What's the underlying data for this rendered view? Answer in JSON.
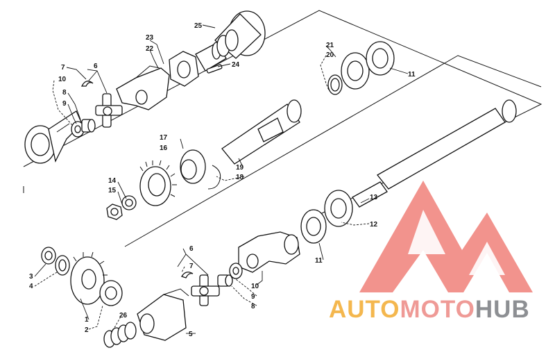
{
  "watermark": {
    "part_auto": "AUTO",
    "part_moto": "MOTO",
    "part_hub": "HUB",
    "colors": {
      "logo": "#f08079",
      "auto": "#f4b74e",
      "moto": "#ef9a96",
      "hub": "#8d8f93"
    }
  },
  "callouts": {
    "c1": "1",
    "c2": "2",
    "c3": "3",
    "c4": "4",
    "c5": "5",
    "c6a": "6",
    "c6b": "6",
    "c7a": "7",
    "c7b": "7",
    "c8a": "8",
    "c8b": "8",
    "c9a": "9",
    "c9b": "9",
    "c10a": "10",
    "c10b": "10",
    "c11a": "11",
    "c11b": "11",
    "c12": "12",
    "c13": "13",
    "c14": "14",
    "c15": "15",
    "c16": "16",
    "c17": "17",
    "c18": "18",
    "c19": "19",
    "c20": "20",
    "c21": "21",
    "c22": "22",
    "c23": "23",
    "c24": "24",
    "c25": "25",
    "c26": "26"
  }
}
